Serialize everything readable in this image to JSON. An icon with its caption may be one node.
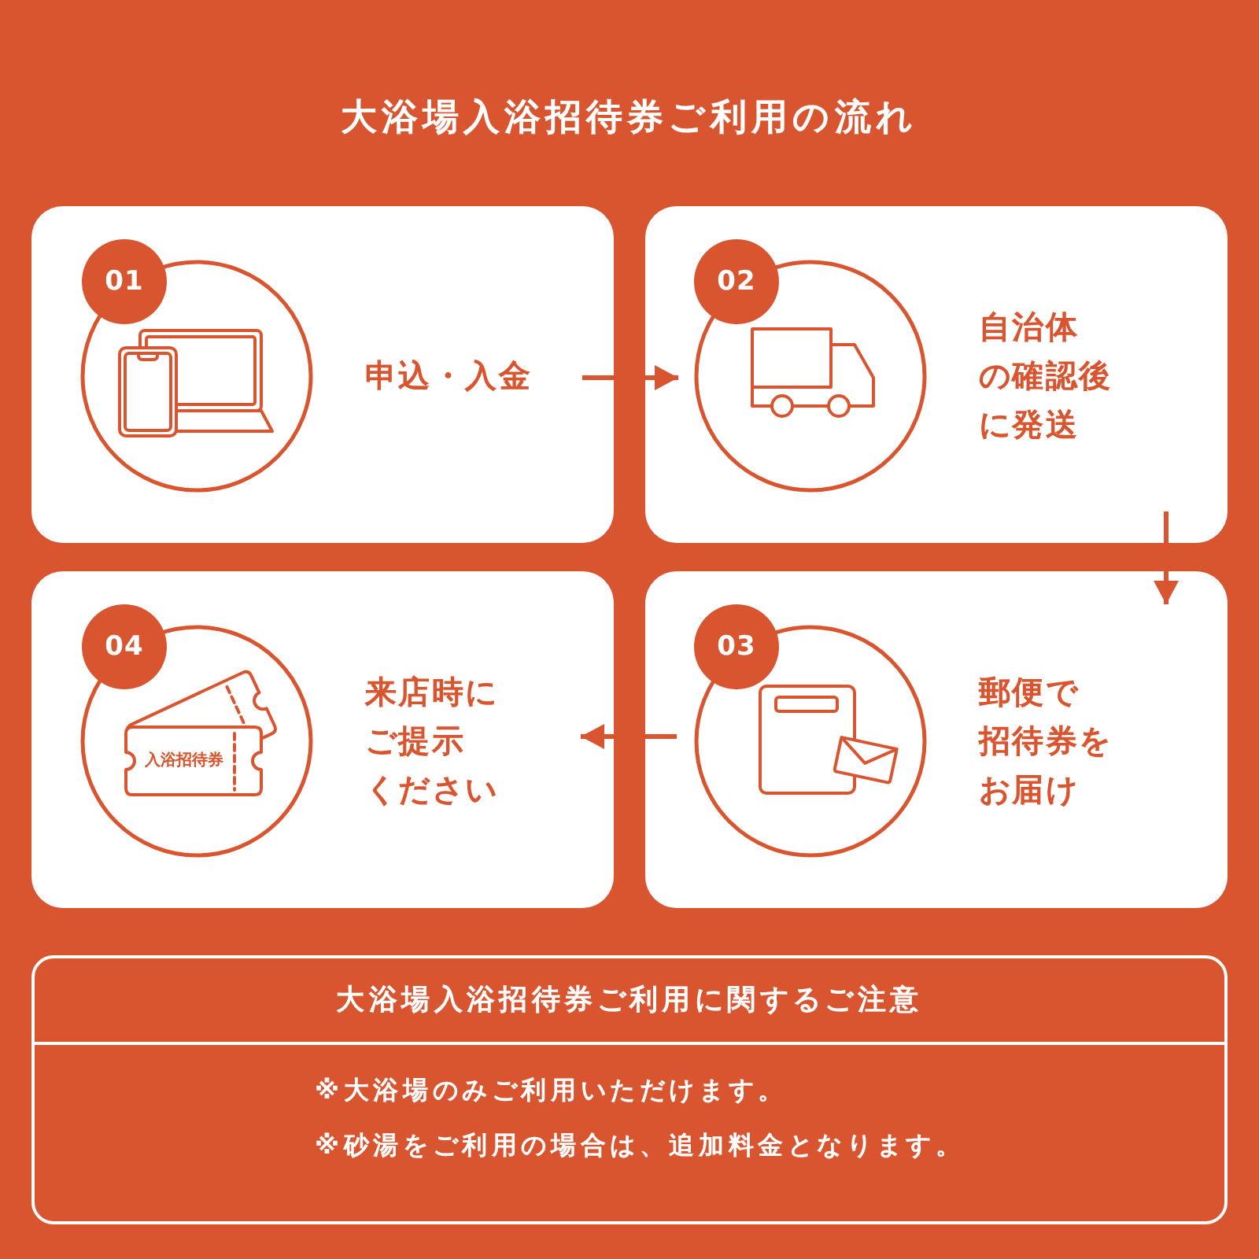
{
  "diagram": {
    "title": "大浴場入浴招待券ご利用の流れ",
    "nodes": [
      {
        "text": [
          "申込・入金"
        ]
      },
      {
        "text": [
          "01"
        ],
        "in": 0
      },
      {
        "text": [
          "自治体の確認後に発送"
        ]
      },
      {
        "text": [
          "02"
        ],
        "in": 2
      },
      {
        "text": [
          "郵便で招待券をお届け"
        ]
      },
      {
        "text": [
          "03"
        ],
        "in": 4
      },
      {
        "text": [
          "来店時にご提示ください"
        ]
      },
      {
        "text": [
          "04"
        ],
        "in": 6
      },
      {
        "text": [
          "大浴場入浴招待券ご利用に関するご注意",
          "※大浴場のみご利用いただけます。",
          "※砂湯をご利用の場合は、追加料金となります。"
        ]
      }
    ],
    "edges": [
      {
        "from": 0,
        "to": 2,
        "arrow": "to"
      },
      {
        "from": 2,
        "to": 4,
        "arrow": "to"
      },
      {
        "from": 4,
        "to": 6,
        "arrow": "to"
      }
    ],
    "labels": [
      "入浴招待券"
    ]
  }
}
